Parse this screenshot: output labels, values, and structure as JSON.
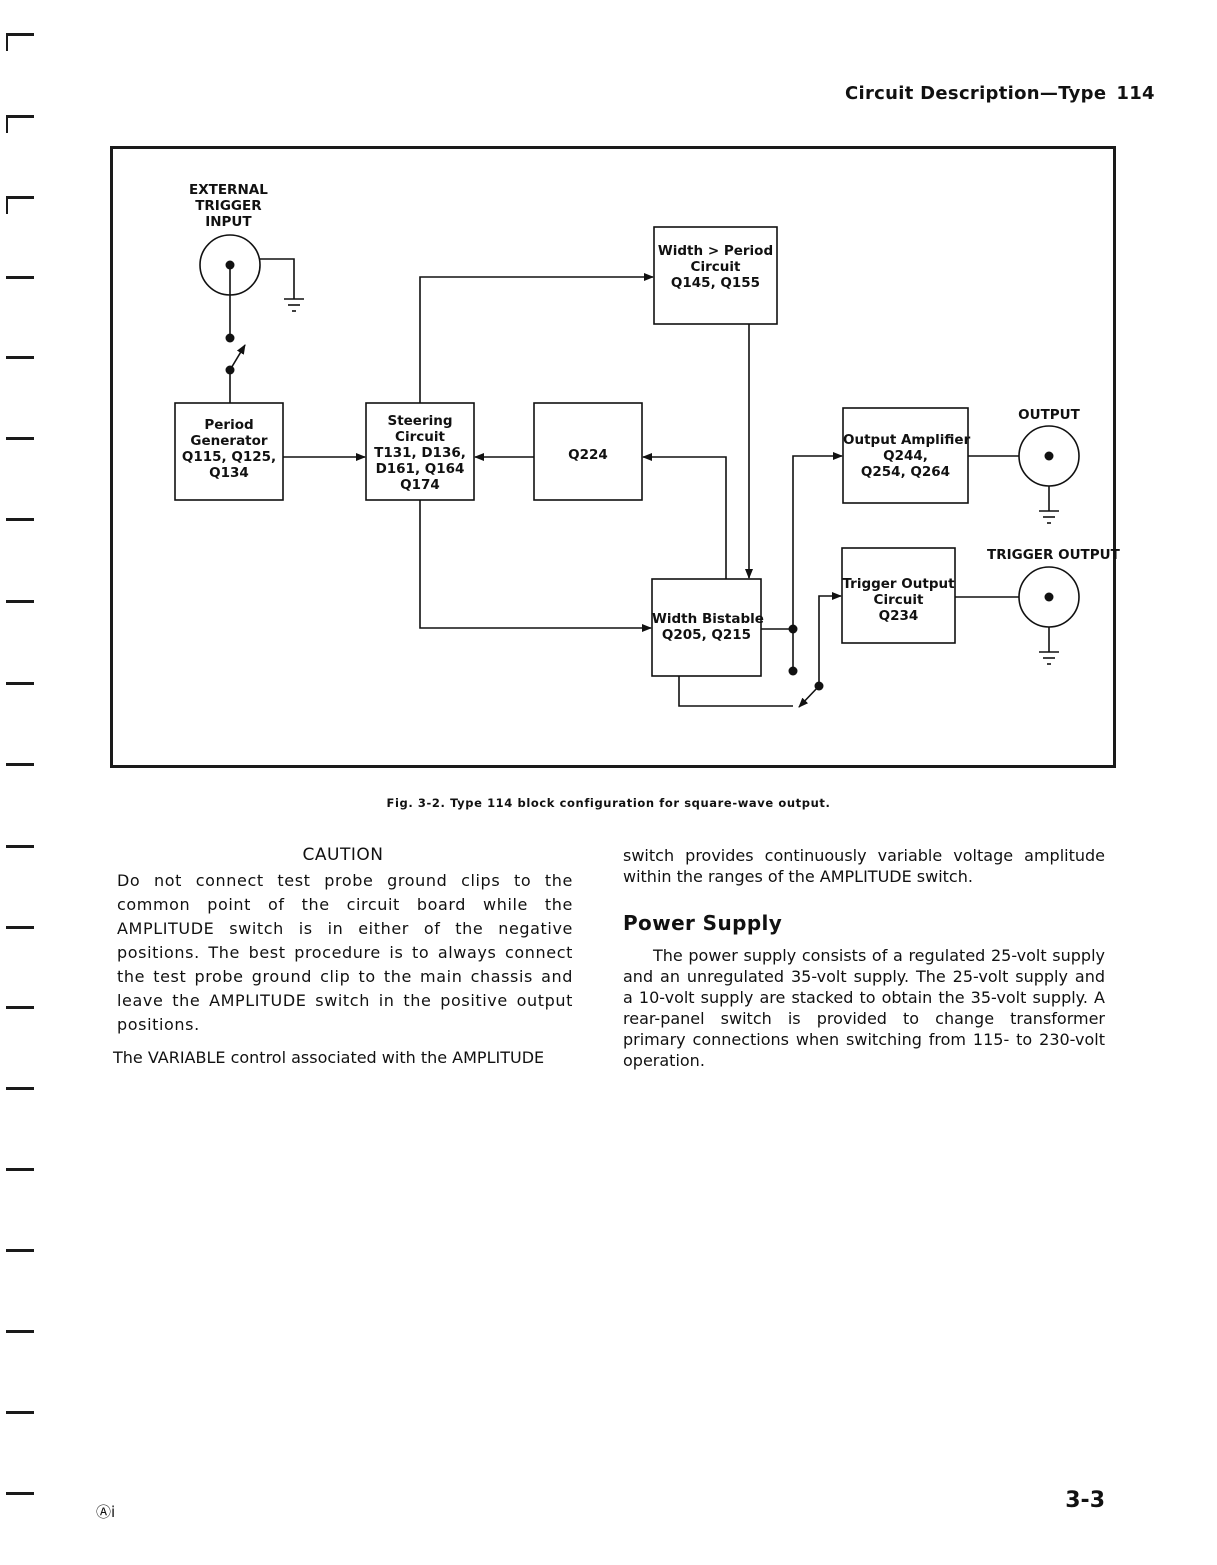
{
  "header": {
    "title": "Circuit Description—Type",
    "type_number": "114"
  },
  "figure": {
    "labels": {
      "external_trigger_input": [
        "EXTERNAL",
        "TRIGGER",
        "INPUT"
      ],
      "period_generator": [
        "Period",
        "Generator",
        "Q115, Q125,",
        "Q134"
      ],
      "steering_circuit": [
        "Steering",
        "Circuit",
        "T131, D136,",
        "D161, Q164",
        "Q174"
      ],
      "q224": [
        "Q224"
      ],
      "width_period": [
        "Width > Period",
        "Circuit",
        "Q145, Q155"
      ],
      "width_bistable": [
        "Width Bistable",
        "Q205, Q215"
      ],
      "output_amplifier": [
        "Output Amplifier",
        "Q244,",
        "Q254, Q264"
      ],
      "trigger_output_circuit": [
        "Trigger Output",
        "Circuit",
        "Q234"
      ],
      "output": [
        "OUTPUT"
      ],
      "trigger_output": [
        "TRIGGER OUTPUT"
      ]
    },
    "caption": "Fig. 3-2. Type 114 block configuration for square-wave output."
  },
  "left_column": {
    "caution_title": "CAUTION",
    "caution_text": "Do not connect test probe ground clips to the common point of the circuit board while the AMPLITUDE switch is in either of the negative positions. The best procedure is to always connect the test probe ground clip to the main chassis and leave the AMPLITUDE switch in the positive output positions.",
    "paragraph": "The VARIABLE control associated with the AMPLITUDE"
  },
  "right_column": {
    "paragraph_continued": "switch provides continuously variable voltage amplitude within the ranges of the AMPLITUDE switch.",
    "section_title": "Power Supply",
    "paragraph": "The power supply consists of a regulated 25-volt supply and an unregulated 35-volt supply. The 25-volt supply and a 10-volt supply are stacked to obtain the 35-volt supply. A rear-panel switch is provided to change transformer primary connections when switching from 115- to 230-volt operation."
  },
  "footer": {
    "page_number": "3-3",
    "revision_mark": "Ⓐi"
  }
}
